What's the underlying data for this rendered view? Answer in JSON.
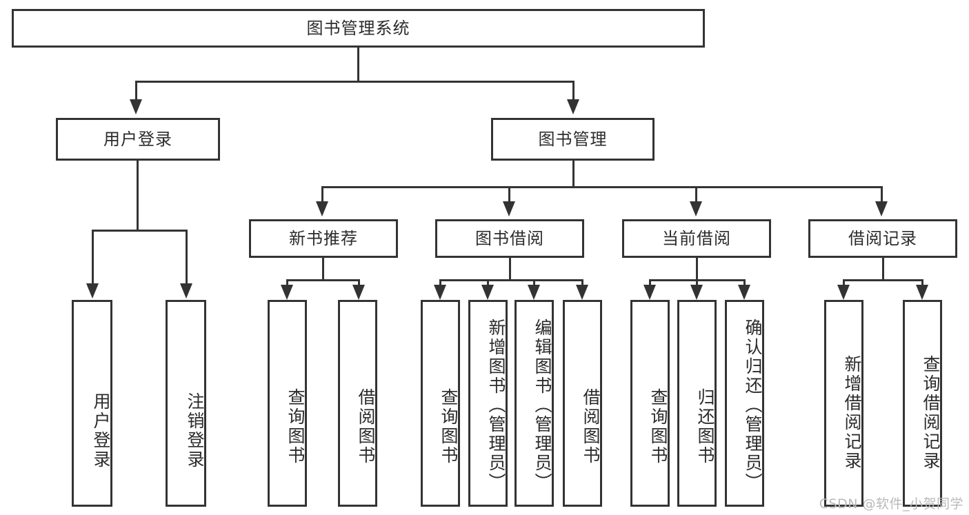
{
  "diagram": {
    "title": "图书管理系统",
    "type": "tree-hierarchy-chart",
    "orientation": "top-down",
    "colors": {
      "stroke": "#333333",
      "fill": "#ffffff",
      "text": "#2b2b2b",
      "watermark": "#b9b9b9"
    },
    "root": {
      "label": "图书管理系统"
    },
    "level2": [
      {
        "label": "用户登录"
      },
      {
        "label": "图书管理"
      }
    ],
    "level3": [
      {
        "label": "新书推荐"
      },
      {
        "label": "图书借阅"
      },
      {
        "label": "当前借阅"
      },
      {
        "label": "借阅记录"
      }
    ],
    "leaves": {
      "user_login": [
        {
          "label": "用户登录"
        },
        {
          "label": "注销登录"
        }
      ],
      "new_book_recommend": [
        {
          "label": "查询图书"
        },
        {
          "label": "借阅图书"
        }
      ],
      "book_borrow": [
        {
          "label": "查询图书"
        },
        {
          "label": "新增图书（管理员）"
        },
        {
          "label": "编辑图书（管理员）"
        },
        {
          "label": "借阅图书"
        }
      ],
      "current_borrow": [
        {
          "label": "查询图书"
        },
        {
          "label": "归还图书"
        },
        {
          "label": "确认归还（管理员）"
        }
      ],
      "borrow_record": [
        {
          "label": "新增借阅记录"
        },
        {
          "label": "查询借阅记录"
        }
      ]
    }
  },
  "watermark": {
    "text": "CSDN @软件_小贺同学"
  }
}
